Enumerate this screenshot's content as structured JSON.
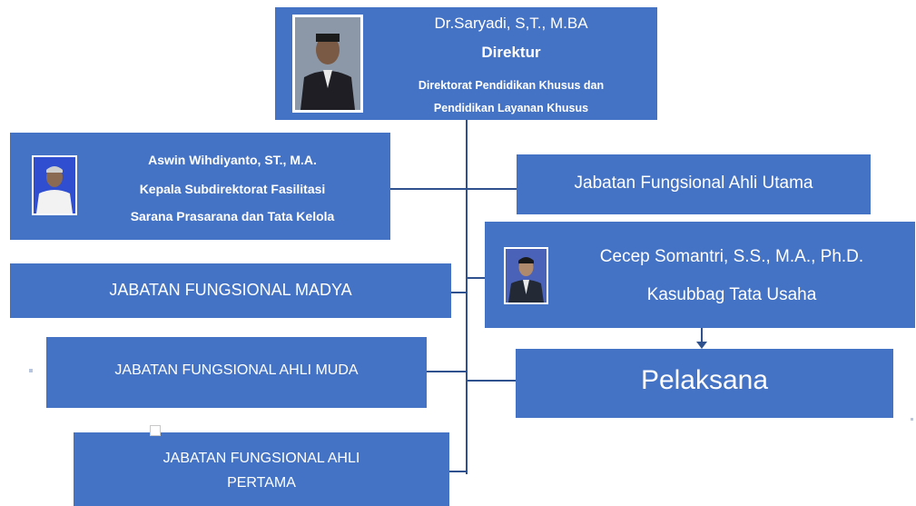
{
  "director": {
    "name": "Dr.Saryadi, S,T., M.BA",
    "title": "Direktur",
    "unit_line1": "Direktorat Pendidikan Khusus dan",
    "unit_line2": "Pendidikan Layanan Khusus"
  },
  "subdirector": {
    "name": "Aswin Wihdiyanto, ST., M.A.",
    "role_line1": "Kepala Subdirektorat Fasilitasi",
    "role_line2": "Sarana Prasarana dan Tata  Kelola"
  },
  "fungsional_utama": {
    "label": "Jabatan Fungsional Ahli Utama"
  },
  "kasubbag": {
    "name": "Cecep Somantri, S.S., M.A., Ph.D.",
    "role": "Kasubbag Tata Usaha"
  },
  "fungsional_madya": {
    "label": "JABATAN FUNGSIONAL MADYA"
  },
  "fungsional_muda": {
    "label": "JABATAN FUNGSIONAL AHLI MUDA"
  },
  "pelaksana": {
    "label": "Pelaksana"
  },
  "fungsional_pertama": {
    "line1": "JABATAN FUNGSIONAL AHLI",
    "line2": "PERTAMA"
  },
  "colors": {
    "box": "#4472c4",
    "connector": "#2f528f",
    "text": "#ffffff"
  }
}
